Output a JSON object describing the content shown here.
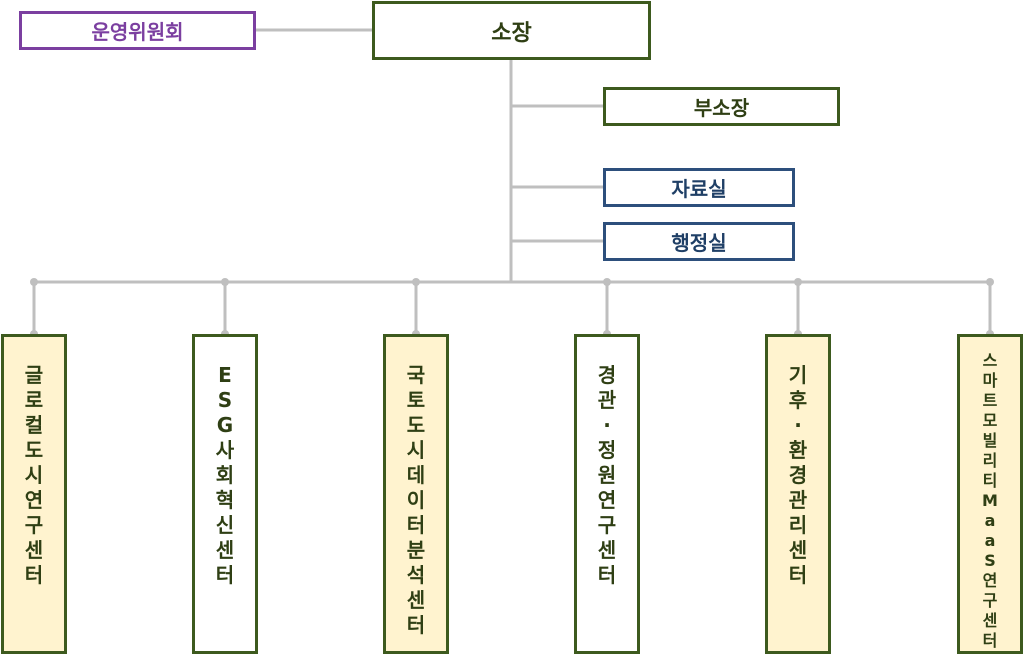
{
  "top": {
    "committee": "운영위원회",
    "director": "소장",
    "deputy": "부소장",
    "archive": "자료실",
    "admin": "행정실"
  },
  "centers": [
    {
      "name": "글로컬도시연구센터",
      "fill": "cream"
    },
    {
      "name": "ESG사회혁신센터",
      "fill": "white"
    },
    {
      "name": "국토도시데이터분석센터",
      "fill": "cream"
    },
    {
      "name": "경관·정원연구센터",
      "fill": "white"
    },
    {
      "name": "기후·환경관리센터",
      "fill": "cream"
    },
    {
      "name": "스마트모빌리티MaaS연구센터",
      "fill": "cream"
    }
  ],
  "colors": {
    "border_green": "#3d5a1e",
    "border_blue": "#2d4f7c",
    "border_purple": "#7b3fa0",
    "fill_cream": "#fff3cf",
    "connector": "#bfbfbf"
  }
}
